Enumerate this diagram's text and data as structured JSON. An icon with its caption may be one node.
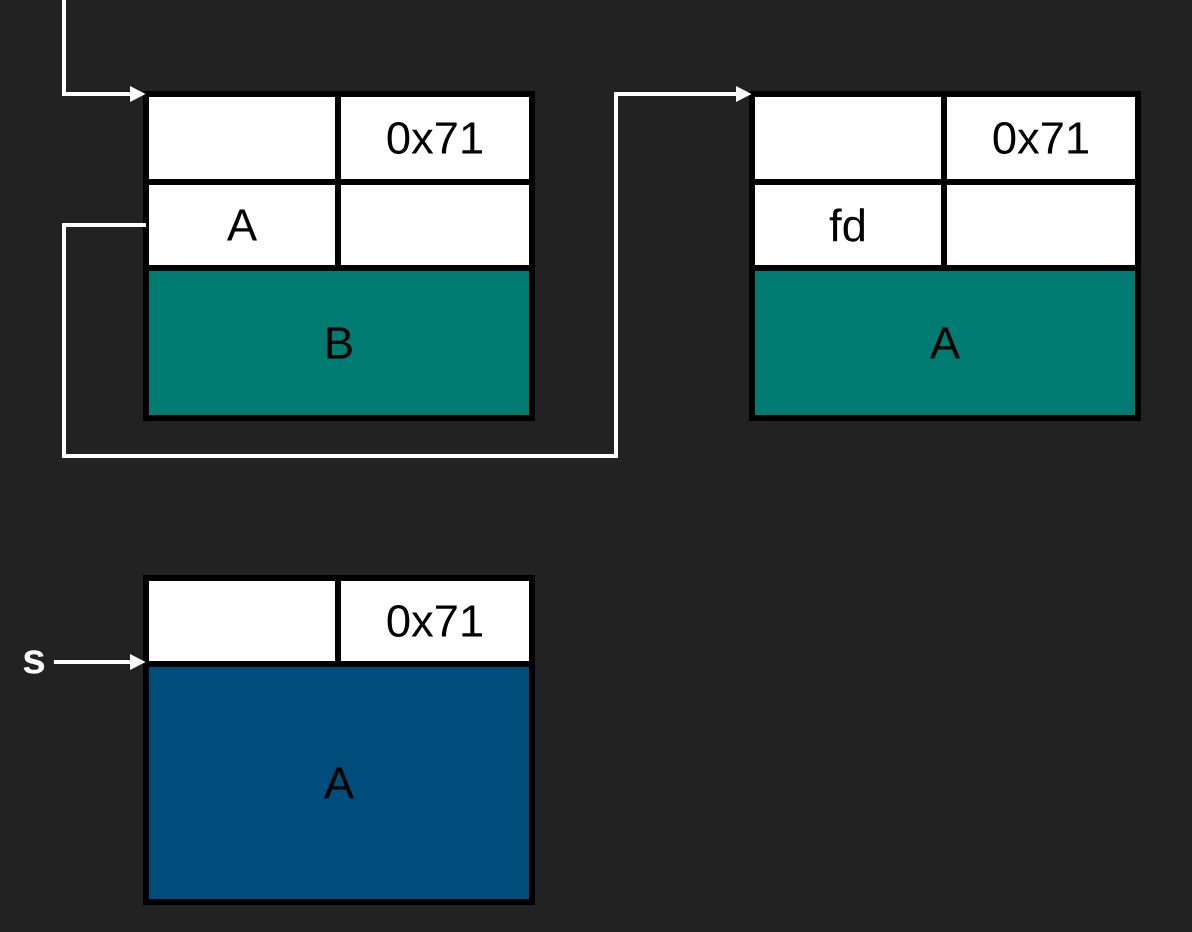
{
  "diagram": {
    "nodes": [
      {
        "text": [],
        "shape": "box"
      },
      {
        "text": [
          "0x71"
        ]
      },
      {
        "text": [
          "A"
        ]
      },
      {
        "text": [],
        "shape": "box"
      },
      {
        "text": [
          "B"
        ]
      },
      {
        "text": [],
        "shape": "box"
      },
      {
        "text": [
          "0x71"
        ]
      },
      {
        "text": [
          "fd"
        ]
      },
      {
        "text": [],
        "shape": "box"
      },
      {
        "text": [
          "A"
        ]
      },
      {
        "text": [
          "s"
        ]
      },
      {
        "text": [],
        "shape": "box"
      },
      {
        "text": [
          "0x71"
        ]
      },
      {
        "text": [
          "A"
        ]
      }
    ],
    "edges": [
      {
        "from": null,
        "to": 0,
        "arrow": "to"
      },
      {
        "from": 2,
        "to": 5,
        "arrow": "to"
      },
      {
        "from": 10,
        "to": 13,
        "arrow": "to"
      }
    ]
  }
}
